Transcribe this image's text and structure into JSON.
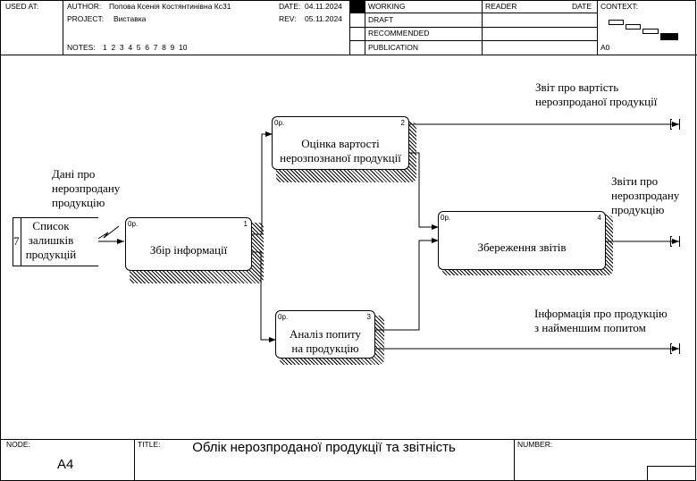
{
  "header": {
    "used_at_label": "USED AT:",
    "author_label": "AUTHOR:",
    "author_value": "Попова Ксенія Костянтинівна Кс31",
    "project_label": "PROJECT:",
    "project_value": "Виставка",
    "date_label": "DATE:",
    "date_value": "04.11.2024",
    "rev_label": "REV:",
    "rev_value": "05.11.2024",
    "notes_label": "NOTES:",
    "notes_numbers": "1  2  3  4  5  6  7  8  9  10",
    "status": [
      "WORKING",
      "DRAFT",
      "RECOMMENDED",
      "PUBLICATION"
    ],
    "reader_label": "READER",
    "date2_label": "DATE",
    "context_label": "CONTEXT:",
    "context_node": "A0"
  },
  "diagram": {
    "tunnel_number": "7",
    "store_lines": [
      "Список",
      "залишків",
      "продукцій"
    ],
    "input_label_lines": [
      "Дані про",
      "нерозпродану",
      "продукцію"
    ],
    "box_ref": "0р.",
    "boxes": [
      {
        "number": "1",
        "lines": [
          "Збір інформації"
        ]
      },
      {
        "number": "2",
        "lines": [
          "Оцінка вартості",
          "нерозпознаної продукції"
        ]
      },
      {
        "number": "3",
        "lines": [
          "Аналіз попиту",
          "на продукцію"
        ]
      },
      {
        "number": "4",
        "lines": [
          "Збереження звітів"
        ]
      }
    ],
    "outputs": [
      {
        "lines": [
          "Звіт про вартість",
          "нерозпроданої продукції"
        ]
      },
      {
        "lines": [
          "Звіти про",
          "нерозпродану",
          "продукцію"
        ]
      },
      {
        "lines": [
          "Інформація про продукцію",
          "з найменшим попитом"
        ]
      }
    ]
  },
  "footer": {
    "node_label": "NODE:",
    "node_value": "A4",
    "title_label": "TITLE:",
    "title_value": "Облік нерозпроданої продукції та звітність",
    "number_label": "NUMBER:"
  }
}
